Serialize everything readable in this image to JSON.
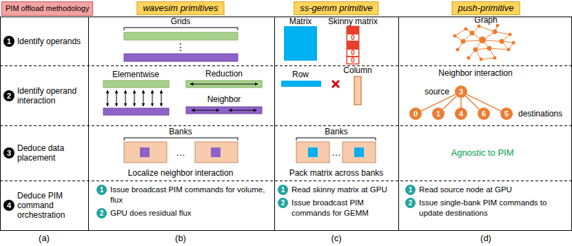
{
  "diagram": {
    "nodes": [
      {
        "text": [
          "PIM offload methodology"
        ]
      },
      {
        "text": [
          "wavesim primitives"
        ]
      },
      {
        "text": [
          "ss-gemm primitive"
        ]
      },
      {
        "text": [
          "push-primitive"
        ]
      },
      {
        "text": [
          "1",
          "Identify operands"
        ]
      },
      {
        "text": [
          "0"
        ]
      },
      {
        "text": [
          "0"
        ]
      },
      {
        "text": [
          "0"
        ]
      },
      {
        "text": [
          "2",
          "Identify operand interaction"
        ]
      },
      {
        "text": [
          "3"
        ]
      },
      {
        "text": [
          "0"
        ]
      },
      {
        "text": [
          "1"
        ]
      },
      {
        "text": [
          "4"
        ]
      },
      {
        "text": [
          "6"
        ]
      },
      {
        "text": [
          "5"
        ]
      },
      {
        "text": [
          "3",
          "Deduce data placement"
        ]
      },
      {
        "text": [
          "4",
          "Deduce PIM command orchestration"
        ]
      },
      {
        "text": [
          "1",
          "Issue broadcast PIM commands for volume, flux"
        ]
      },
      {
        "text": [
          "2",
          "GPU does residual flux"
        ]
      },
      {
        "text": [
          "1",
          "Read skinny matrix at GPU"
        ]
      },
      {
        "text": [
          "2",
          "Issue broadcast PIM commands for GEMM"
        ]
      },
      {
        "text": [
          "1",
          "Read source node at GPU"
        ]
      },
      {
        "text": [
          "2",
          "Issue single-bank PIM commands to update destinations"
        ]
      }
    ],
    "edges": [
      {
        "from": 9,
        "to": 10,
        "arrow": "none"
      },
      {
        "from": 9,
        "to": 11,
        "arrow": "none"
      },
      {
        "from": 9,
        "to": 12,
        "arrow": "none"
      },
      {
        "from": 9,
        "to": 13,
        "arrow": "none"
      },
      {
        "from": 9,
        "to": 14,
        "arrow": "none"
      }
    ],
    "labels": [
      "Grids",
      "⋮",
      "Elementwise",
      "Reduction",
      "Neighbor",
      "Banks",
      "…",
      "Localize neighbor interaction",
      "Matrix",
      "Skinny matrix",
      "Row",
      "Column",
      "Banks",
      "…",
      "Pack matrix across banks",
      "Graph",
      "Neighbor interaction",
      "source",
      "destinations",
      "Agnostic to PIM",
      "(a)",
      "(b)",
      "(c)",
      "(d)"
    ]
  }
}
